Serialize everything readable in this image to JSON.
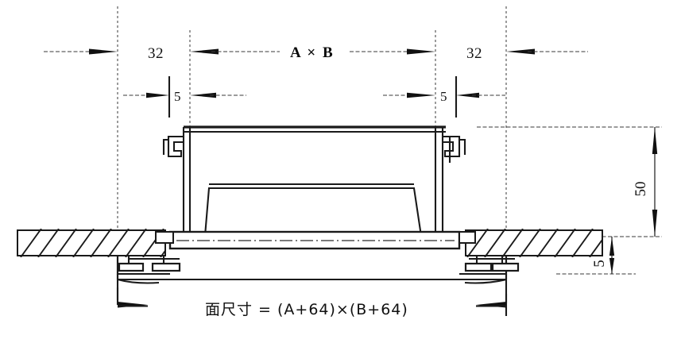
{
  "drawing": {
    "title": "recessed-luminaire-section",
    "formula": "面尺寸 = (A+64)×(B+64)",
    "dimensions": {
      "left_offset": "32",
      "left_inner": "5",
      "opening": "A × B",
      "right_offset": "32",
      "right_inner": "5",
      "body_height": "50",
      "flange_thickness": "5"
    },
    "colors": {
      "line": "#1a1a1a",
      "background": "#ffffff",
      "dim_line": "#3a3a3a"
    }
  }
}
